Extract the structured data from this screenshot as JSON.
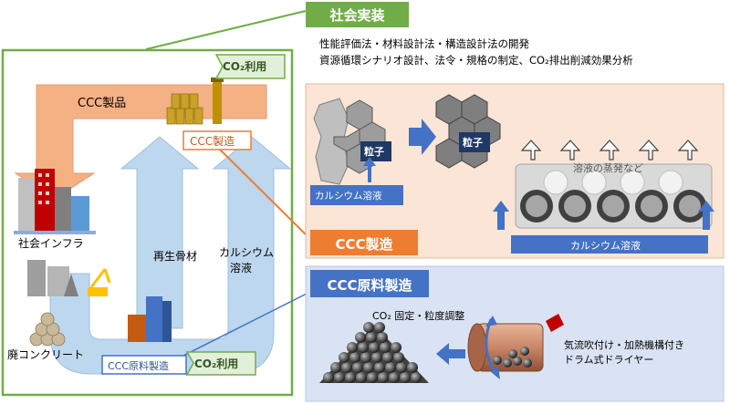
{
  "left_panel": {
    "co2_top": "CO₂利用",
    "ccc_product": "CCC製品",
    "ccc_manufacture": "CCC製造",
    "social_infra": "社会インフラ",
    "recycled_aggregate": "再生骨材",
    "calcium_solution_line1": "カルシウム",
    "calcium_solution_line2": "溶液",
    "waste_concrete": "廃コンクリート",
    "ccc_raw_material": "CCC原料製造",
    "co2_bottom": "CO₂利用"
  },
  "social_impl": {
    "title": "社会実装",
    "line1": "性能評価法・材料設計法・構造設計法の開発",
    "line2": "資源循環シナリオ設計、法令・規格の制定、CO₂排出削減効果分析"
  },
  "ccc_mfg_panel": {
    "title": "CCC製造",
    "particle1": "粒子",
    "particle2": "粒子",
    "calcium_solution_a": "カルシウム溶液",
    "calcium_solution_b": "カルシウム溶液",
    "evaporation": "溶液の蒸発など"
  },
  "raw_panel": {
    "title": "CCC原料製造",
    "co2_fix": "CO₂ 固定・粒度調整",
    "dryer_line1": "気流吹付け・加熱機構付き",
    "dryer_line2": "ドラム式ドライヤー"
  },
  "colors": {
    "green": "#70ad47",
    "orange": "#ed7d31",
    "blue": "#4472c4",
    "salmon_bg": "#fbe5d6",
    "blue_bg": "#dae3f3"
  }
}
